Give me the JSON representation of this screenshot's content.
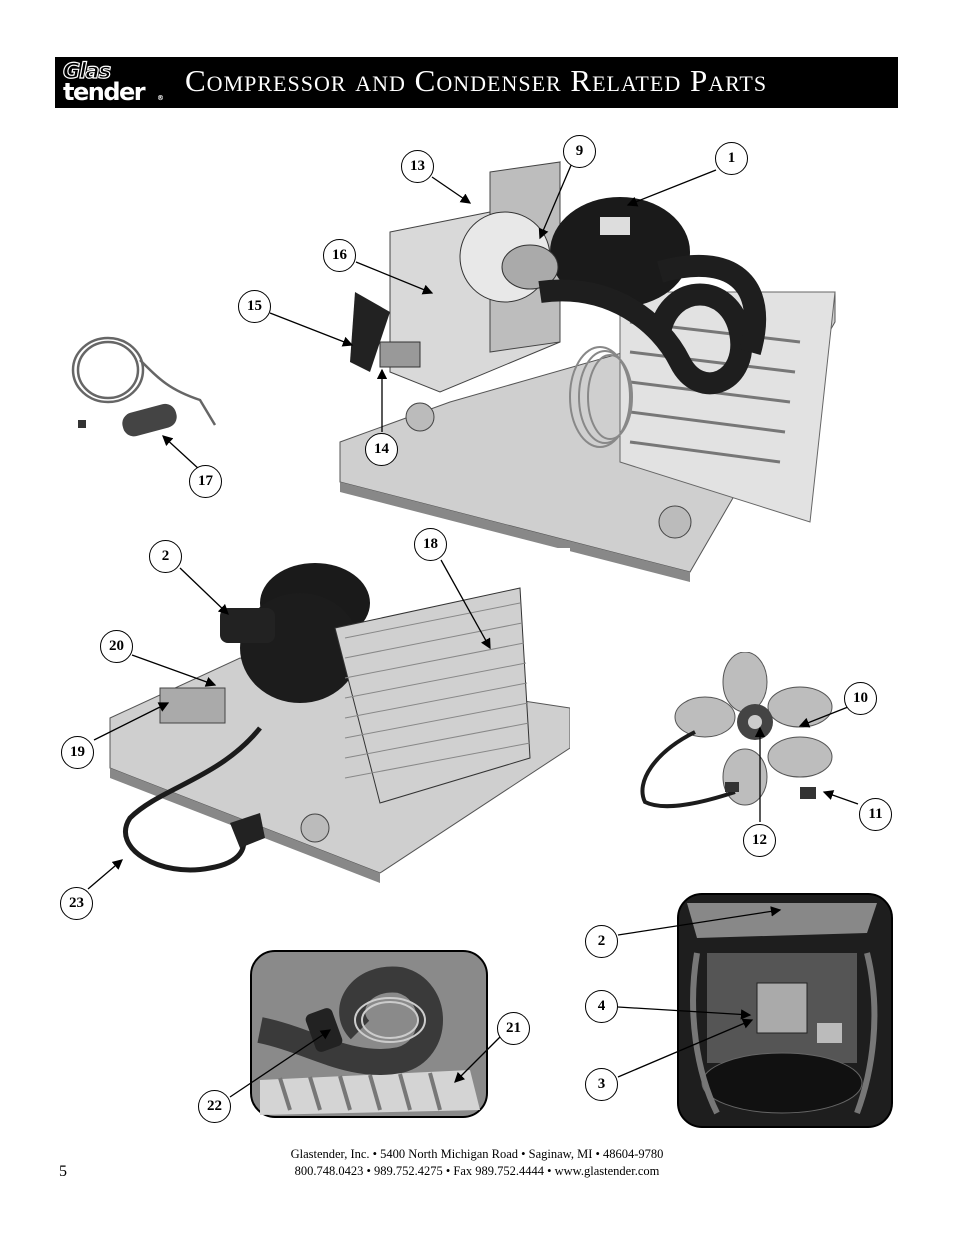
{
  "header": {
    "logo_line1": "Glas",
    "logo_line2": "tender",
    "logo_mark": "®",
    "title": "Compressor and Condenser Related Parts"
  },
  "callouts": {
    "c1": "1",
    "c9": "9",
    "c13": "13",
    "c16": "16",
    "c15": "15",
    "c14": "14",
    "c17": "17",
    "c2a": "2",
    "c18": "18",
    "c20": "20",
    "c19": "19",
    "c23": "23",
    "c10": "10",
    "c11": "11",
    "c12": "12",
    "c2b": "2",
    "c4": "4",
    "c3": "3",
    "c21": "21",
    "c22": "22"
  },
  "footer": {
    "line1": "Glastender, Inc.  •  5400 North Michigan Road •  Saginaw, MI  •  48604-9780",
    "line2": "800.748.0423  •  989.752.4275  •  Fax 989.752.4444  •  www.glastender.com",
    "page_number": "5"
  }
}
